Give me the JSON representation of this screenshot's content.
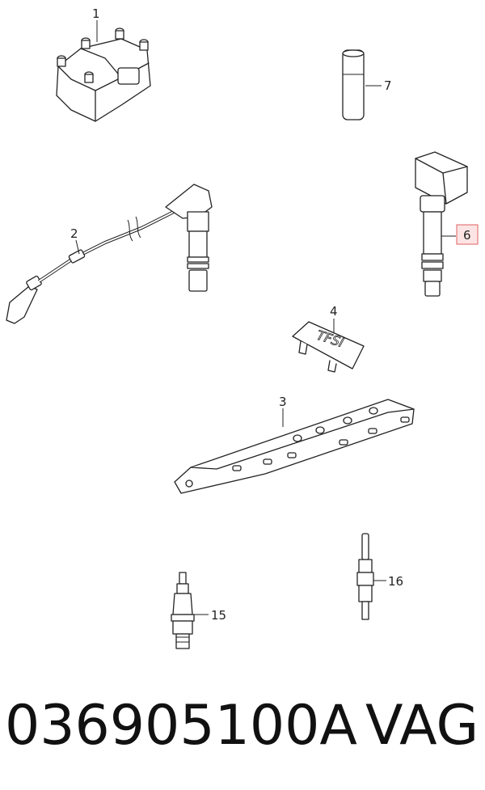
{
  "callouts": [
    {
      "id": "c1",
      "label": "1",
      "part": "ignition-coil-block",
      "highlighted": false
    },
    {
      "id": "c2",
      "label": "2",
      "part": "ignition-lead",
      "highlighted": false
    },
    {
      "id": "c3",
      "label": "3",
      "part": "coil-cover-rail",
      "highlighted": false
    },
    {
      "id": "c4",
      "label": "4",
      "part": "tfsi-badge",
      "highlighted": false
    },
    {
      "id": "c6",
      "label": "6",
      "part": "ignition-coil-pencil",
      "highlighted": true
    },
    {
      "id": "c7",
      "label": "7",
      "part": "grease-tube",
      "highlighted": false
    },
    {
      "id": "c15",
      "label": "15",
      "part": "spark-plug",
      "highlighted": false
    },
    {
      "id": "c16",
      "label": "16",
      "part": "glow-plug",
      "highlighted": false
    }
  ],
  "badge_text": "TFSI",
  "footer": {
    "part_number": "036905100A",
    "brand": "VAG"
  },
  "colors": {
    "highlight_fill": "#fde4e4",
    "highlight_stroke": "#e06060",
    "ink": "#222222"
  }
}
